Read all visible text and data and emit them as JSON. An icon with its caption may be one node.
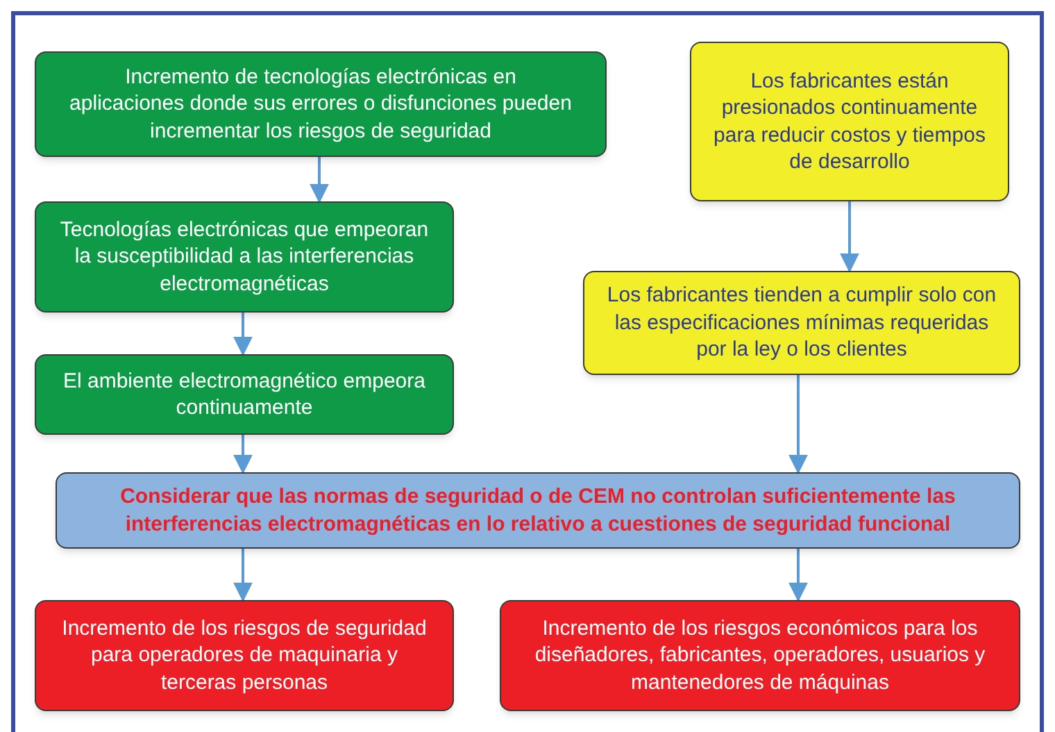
{
  "diagram": {
    "nodes": [
      {
        "text": [
          "Incremento de tecnologías electrónicas en aplicaciones donde sus errores o disfunciones pueden incrementar los riesgos de seguridad"
        ]
      },
      {
        "text": [
          "Tecnologías electrónicas que empeoran la susceptibilidad a las interferencias electromagnéticas"
        ]
      },
      {
        "text": [
          "El ambiente electromagnético empeora continuamente"
        ]
      },
      {
        "text": [
          "Los fabricantes están presionados continuamente para reducir costos y tiempos de desarrollo"
        ]
      },
      {
        "text": [
          "Los fabricantes tienden a cumplir solo con las especificaciones mínimas requeridas por la ley o los clientes"
        ]
      },
      {
        "text": [
          "Considerar que las normas de seguridad o de CEM no controlan suficientemente las interferencias electromagnéticas en lo relativo a cuestiones de seguridad funcional"
        ]
      },
      {
        "text": [
          "Incremento de los riesgos de seguridad para operadores de maquinaria y terceras personas"
        ]
      },
      {
        "text": [
          "Incremento de los riesgos económicos para los diseñadores, fabricantes, operadores, usuarios y mantenedores de máquinas"
        ]
      }
    ],
    "edges": [
      {
        "from": 0,
        "to": 1,
        "arrow": "to"
      },
      {
        "from": 1,
        "to": 2,
        "arrow": "to"
      },
      {
        "from": 3,
        "to": 4,
        "arrow": "to"
      },
      {
        "from": 2,
        "to": 5,
        "arrow": "to"
      },
      {
        "from": 4,
        "to": 5,
        "arrow": "to"
      },
      {
        "from": 5,
        "to": 6,
        "arrow": "to"
      },
      {
        "from": 5,
        "to": 7,
        "arrow": "to"
      }
    ]
  }
}
